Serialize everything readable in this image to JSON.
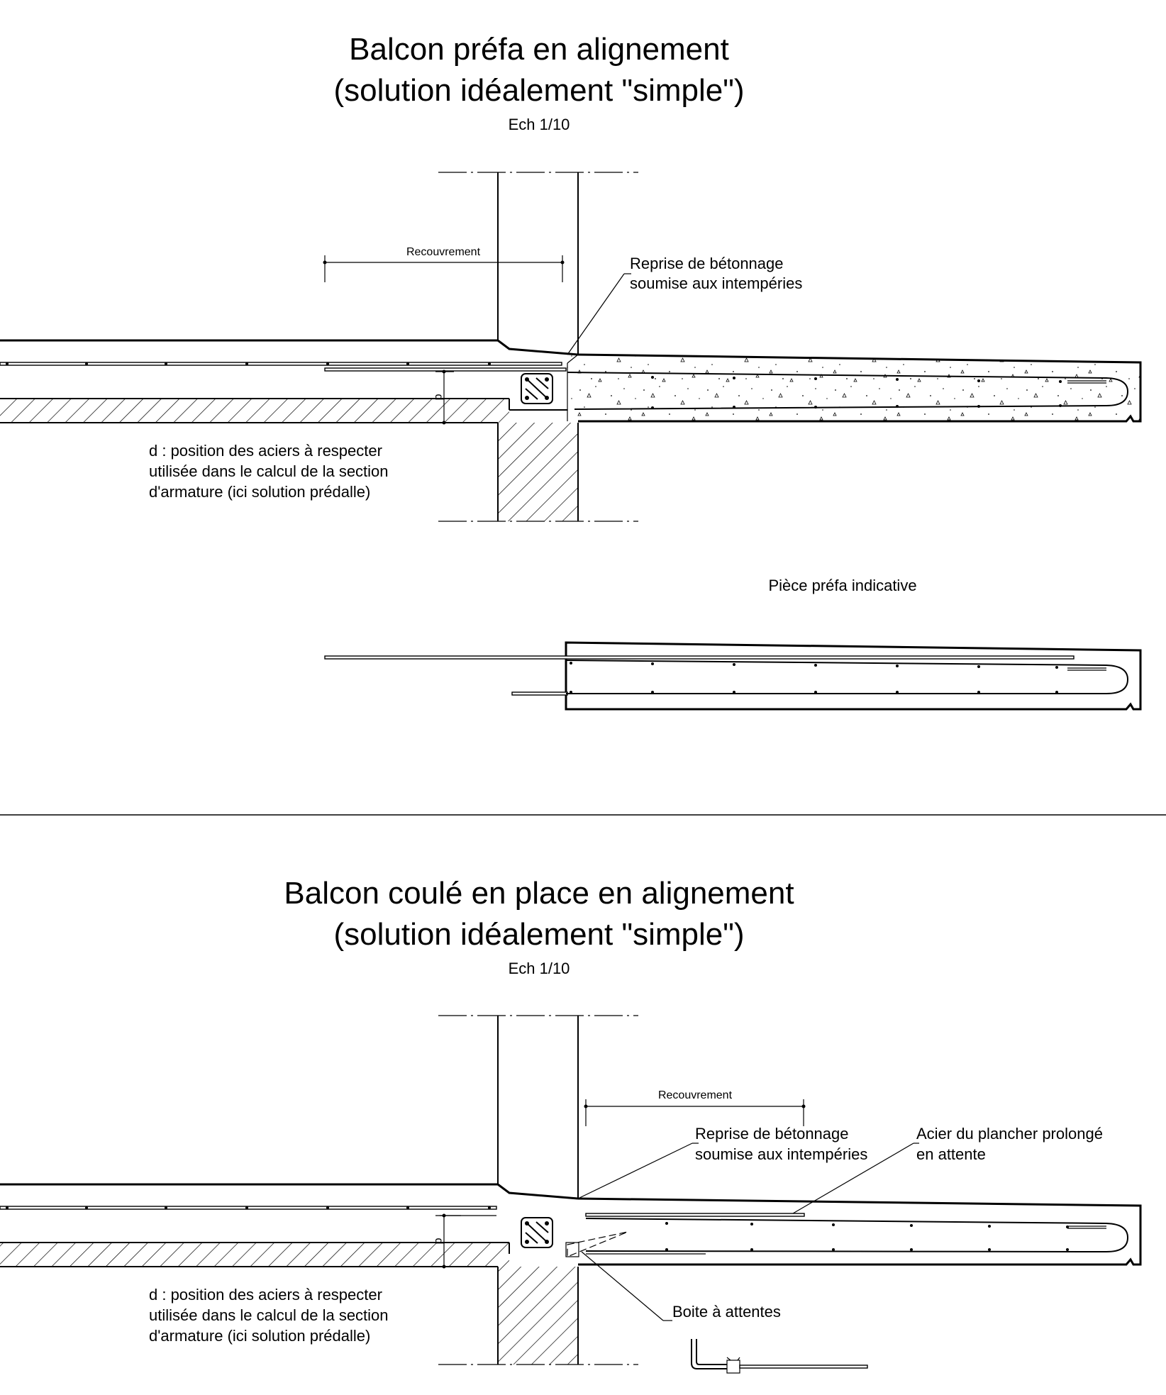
{
  "top": {
    "title_line1": "Balcon préfa en alignement",
    "title_line2": "(solution idéalement \"simple\")",
    "scale": "Ech 1/10",
    "recouvrement": "Recouvrement",
    "reprise_line1": "Reprise de bétonnage",
    "reprise_line2": "soumise aux intempéries",
    "d_symbol": "d",
    "d_note_line1": "d : position des aciers à respecter",
    "d_note_line2": "utilisée dans le calcul de la section",
    "d_note_line3": "d'armature (ici solution prédalle)",
    "piece_label": "Pièce préfa indicative"
  },
  "bottom": {
    "title_line1": "Balcon coulé en place en alignement",
    "title_line2": "(solution idéalement \"simple\")",
    "scale": "Ech 1/10",
    "recouvrement": "Recouvrement",
    "reprise_line1": "Reprise de bétonnage",
    "reprise_line2": "soumise aux intempéries",
    "acier_line1": "Acier du plancher prolongé",
    "acier_line2": "en attente",
    "d_symbol": "d",
    "d_note_line1": "d : position des aciers à respecter",
    "d_note_line2": "utilisée dans le calcul de la section",
    "d_note_line3": "d'armature (ici solution prédalle)",
    "boite_label": "Boite à attentes"
  }
}
